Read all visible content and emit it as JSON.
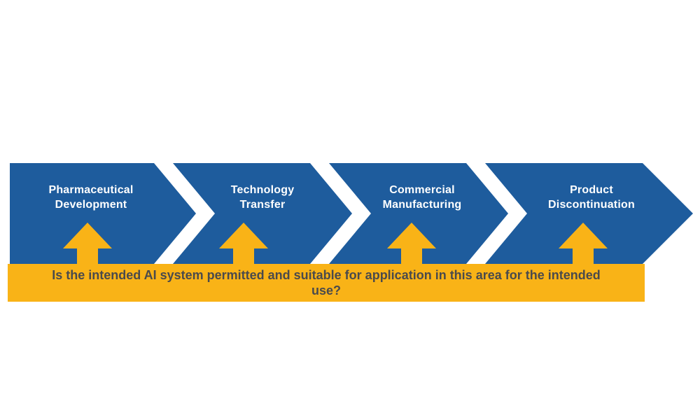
{
  "diagram": {
    "stages": [
      {
        "lines": [
          "Pharmaceutical",
          "Development"
        ]
      },
      {
        "lines": [
          "Technology",
          "Transfer"
        ]
      },
      {
        "lines": [
          "Commercial",
          "Manufacturing"
        ]
      },
      {
        "lines": [
          "Product",
          "Discontinuation"
        ]
      }
    ],
    "question": {
      "line1": "Is the intended AI system permitted and suitable for application in this area for the intended",
      "line2": "use?"
    }
  },
  "colors": {
    "stage_fill": "#1E5C9D",
    "stage_text": "#FFFFFF",
    "banner_fill": "#F9B317",
    "arrow_fill": "#F9B317",
    "question_text": "#4A4A4C",
    "background": "#FFFFFF"
  }
}
